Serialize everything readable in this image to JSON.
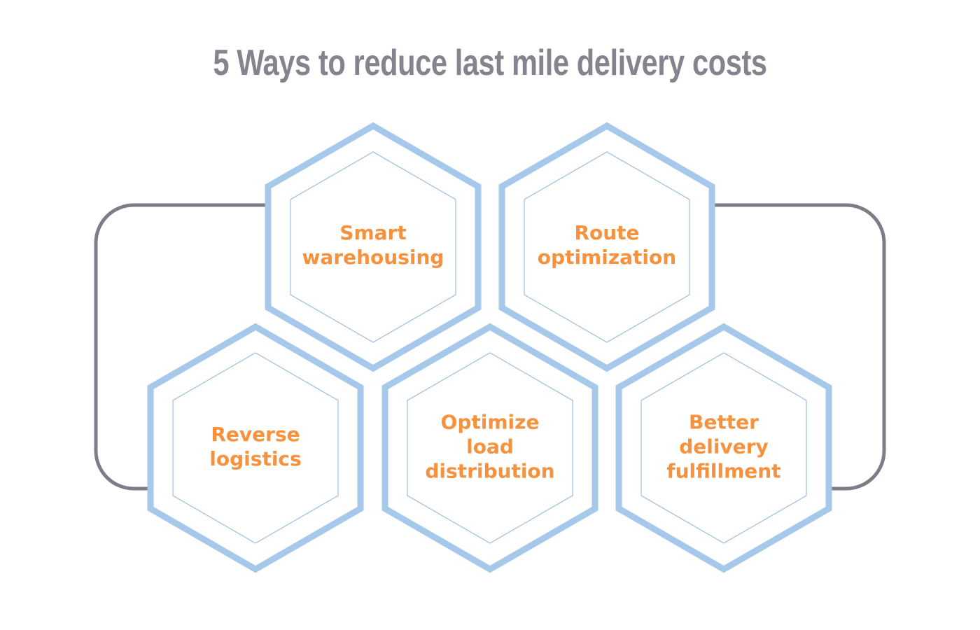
{
  "title": "5 Ways to reduce last mile delivery costs",
  "hexagons": [
    {
      "name": "smart-warehousing",
      "label": "Smart\nwarehousing"
    },
    {
      "name": "route-optimization",
      "label": "Route\noptimization"
    },
    {
      "name": "reverse-logistics",
      "label": "Reverse\nlogistics"
    },
    {
      "name": "optimize-load-distribution",
      "label": "Optimize\nload\ndistribution"
    },
    {
      "name": "better-delivery-fulfillment",
      "label": "Better\ndelivery\nfulfillment"
    }
  ],
  "colors": {
    "title_text": "#84848E",
    "label_text": "#F6913D",
    "hex_border": "#A6C8EA",
    "hex_inner_line": "#A4C2E2",
    "connector": "#7D7D87",
    "background": "#FFFFFF"
  }
}
